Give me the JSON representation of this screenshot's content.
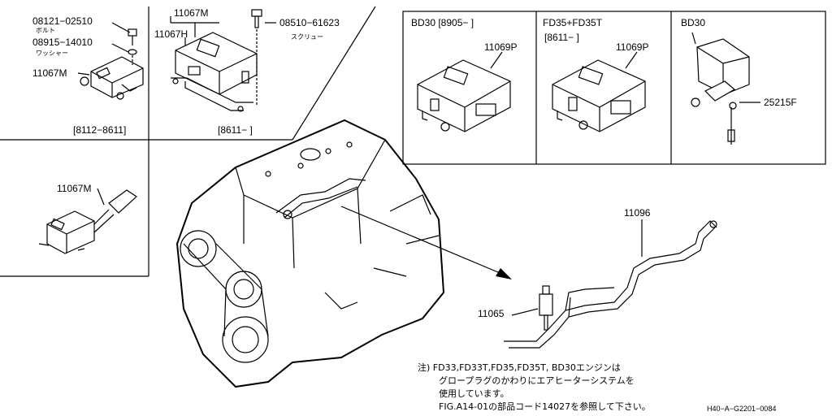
{
  "parts": {
    "bolt_number": "08121−02510",
    "bolt_name": "ボルト",
    "washer_number": "08915−14010",
    "washer_name": "ワッシャー",
    "relay_left": "11067M",
    "date_left": "[8112−8611]",
    "relay_center": "11067M",
    "holder_center": "11067H",
    "screw_number": "08510−61623",
    "screw_name": "スクリュー",
    "date_center": "[8611−    ]",
    "relay_lower": "11067M",
    "panel1_engine": "BD30 [8905−    ]",
    "panel1_part": "11069P",
    "panel2_engine": "FD35+FD35T",
    "panel2_date": "[8611−    ]",
    "panel2_part": "11069P",
    "panel3_engine": "BD30",
    "panel3_part": "25215F",
    "harness": "11096",
    "plug": "11065"
  },
  "note": {
    "line1": "注) FD33,FD33T,FD35,FD35T, BD30エンジンは",
    "line2": "グロープラグのかわりにエアヒーターシステムを",
    "line3": "使用しています。",
    "line4": "FIG.A14-01の部品コード14027を参照して下さい。"
  },
  "figure_code": "H40−A−G2201−0084"
}
